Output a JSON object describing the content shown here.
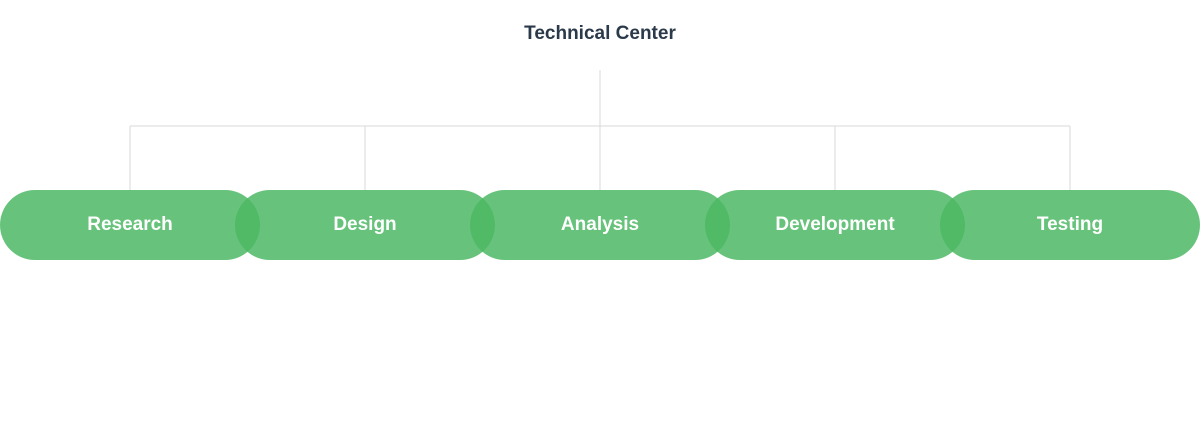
{
  "root": {
    "label": "Technical Center"
  },
  "stages": [
    {
      "label": "Research"
    },
    {
      "label": "Design"
    },
    {
      "label": "Analysis"
    },
    {
      "label": "Development"
    },
    {
      "label": "Testing"
    }
  ],
  "colors": {
    "pill": "#4cb964",
    "pill_overlap": "#3aae57",
    "connector": "#d9d9d9",
    "root_text": "#2b3a4a"
  }
}
